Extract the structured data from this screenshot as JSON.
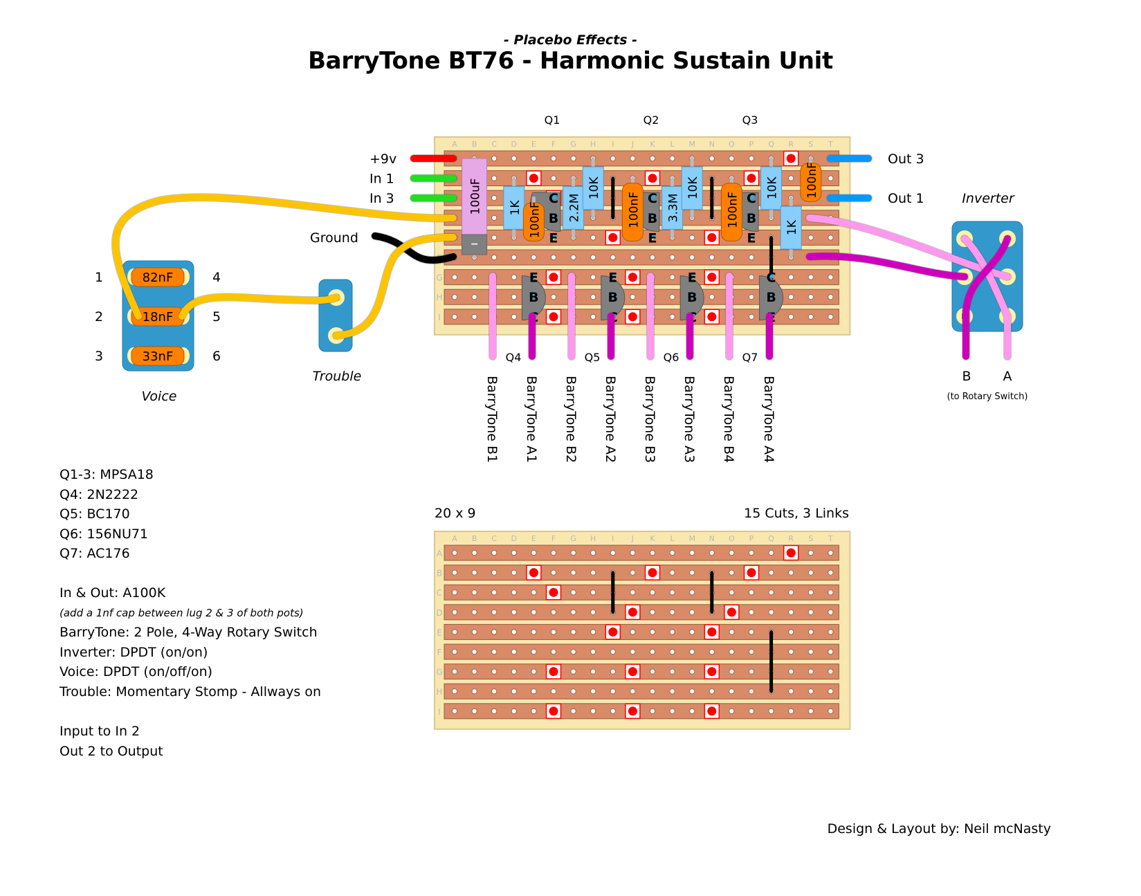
{
  "header": {
    "subtitle": "- Placebo Effects -",
    "title": "BarryTone BT76 - Harmonic Sustain Unit"
  },
  "colors": {
    "board": "#f8e8b0",
    "strip": "#d98a66",
    "strip_border": "#9a5a42",
    "cut_fill": "#ff0000",
    "resistor": "#87cefa",
    "cap_ceramic": "#ff8000",
    "cap_electrolytic": "#e6a8e6",
    "transistor": "#808080",
    "wire_power": "#ff0000",
    "wire_input": "#22dd22",
    "wire_output": "#0099ff",
    "wire_yellow": "#ffc400",
    "wire_black": "#000000",
    "wire_pink": "#ff99ee",
    "wire_magenta": "#cc00bb",
    "switch": "#3399cc"
  },
  "board": {
    "columns": [
      "A",
      "B",
      "C",
      "D",
      "E",
      "F",
      "G",
      "H",
      "I",
      "J",
      "K",
      "L",
      "M",
      "N",
      "O",
      "P",
      "Q",
      "R",
      "S",
      "T"
    ],
    "rows": [
      "A",
      "B",
      "C",
      "D",
      "E",
      "F",
      "G",
      "H",
      "I"
    ],
    "size_label": "20 x 9",
    "cuts_links_label": "15 Cuts, 3 Links",
    "cuts": [
      {
        "row": "A",
        "col": "R"
      },
      {
        "row": "B",
        "col": "E"
      },
      {
        "row": "B",
        "col": "K"
      },
      {
        "row": "B",
        "col": "P"
      },
      {
        "row": "C",
        "col": "F"
      },
      {
        "row": "D",
        "col": "J"
      },
      {
        "row": "D",
        "col": "O"
      },
      {
        "row": "E",
        "col": "I"
      },
      {
        "row": "E",
        "col": "N"
      },
      {
        "row": "G",
        "col": "F"
      },
      {
        "row": "G",
        "col": "J"
      },
      {
        "row": "G",
        "col": "N"
      },
      {
        "row": "I",
        "col": "F"
      },
      {
        "row": "I",
        "col": "J"
      },
      {
        "row": "I",
        "col": "N"
      }
    ],
    "links": [
      {
        "col": "I",
        "from": "B",
        "to": "D"
      },
      {
        "col": "N",
        "from": "B",
        "to": "D"
      },
      {
        "col": "Q",
        "from": "E",
        "to": "H"
      }
    ]
  },
  "components": {
    "resistors": [
      {
        "label": "1K",
        "col": "D",
        "from": "B",
        "to": "E"
      },
      {
        "label": "2.2M",
        "col": "G",
        "from": "B",
        "to": "E"
      },
      {
        "label": "10K",
        "col": "H",
        "from": "A",
        "to": "D"
      },
      {
        "label": "3.3M",
        "col": "L",
        "from": "B",
        "to": "E"
      },
      {
        "label": "10K",
        "col": "M",
        "from": "A",
        "to": "D"
      },
      {
        "label": "10K",
        "col": "Q",
        "from": "A",
        "to": "D"
      },
      {
        "label": "1K",
        "col": "R",
        "from": "C",
        "to": "F"
      }
    ],
    "capacitors": [
      {
        "label": "100nF",
        "col": "E",
        "from": "C",
        "to": "E"
      },
      {
        "label": "100nF",
        "col": "J",
        "from": "B",
        "to": "E"
      },
      {
        "label": "100nF",
        "col": "O",
        "from": "B",
        "to": "E"
      },
      {
        "label": "100nF",
        "col": "S",
        "from": "A",
        "to": "C"
      }
    ],
    "electrolytic": {
      "label": "100uF",
      "polarity_mark": "−",
      "col": "B",
      "from": "A",
      "to": "F"
    },
    "transistors_top": [
      {
        "name": "Q1",
        "col": "F",
        "pins": [
          "C",
          "B",
          "E"
        ]
      },
      {
        "name": "Q2",
        "col": "K",
        "pins": [
          "C",
          "B",
          "E"
        ]
      },
      {
        "name": "Q3",
        "col": "P",
        "pins": [
          "C",
          "B",
          "E"
        ]
      }
    ],
    "transistors_bottom": [
      {
        "name": "Q4",
        "col": "E",
        "pins": [
          "E",
          "B",
          "C"
        ]
      },
      {
        "name": "Q5",
        "col": "I",
        "pins": [
          "E",
          "B",
          "C"
        ]
      },
      {
        "name": "Q6",
        "col": "M",
        "pins": [
          "E",
          "B",
          "C"
        ]
      },
      {
        "name": "Q7",
        "col": "Q",
        "pins": [
          "C",
          "B",
          "E"
        ]
      }
    ]
  },
  "left_wires": [
    {
      "label": "+9v",
      "row": "A",
      "color": "red"
    },
    {
      "label": "In 1",
      "row": "B",
      "color": "green"
    },
    {
      "label": "In 3",
      "row": "C",
      "color": "green"
    },
    {
      "label": "Ground",
      "row": "E",
      "color": "black"
    }
  ],
  "right_wires": [
    {
      "label": "Out 3",
      "row": "A"
    },
    {
      "label": "Out 1",
      "row": "C"
    }
  ],
  "bottom_wires": [
    {
      "label": "BarryTone B1",
      "color": "pink"
    },
    {
      "label": "BarryTone A1",
      "color": "magenta"
    },
    {
      "label": "BarryTone B2",
      "color": "pink"
    },
    {
      "label": "BarryTone A2",
      "color": "magenta"
    },
    {
      "label": "BarryTone B3",
      "color": "pink"
    },
    {
      "label": "BarryTone A3",
      "color": "magenta"
    },
    {
      "label": "BarryTone B4",
      "color": "pink"
    },
    {
      "label": "BarryTone A4",
      "color": "magenta"
    }
  ],
  "voice_switch": {
    "title": "Voice",
    "lug_numbers_left": [
      "1",
      "2",
      "3"
    ],
    "lug_numbers_right": [
      "4",
      "5",
      "6"
    ],
    "caps": [
      "82nF",
      "18nF",
      "33nF"
    ]
  },
  "trouble_switch": {
    "title": "Trouble"
  },
  "inverter_switch": {
    "title": "Inverter",
    "out_labels": [
      "B",
      "A"
    ],
    "note": "(to Rotary Switch)"
  },
  "notes": {
    "parts": [
      "Q1-3: MPSA18",
      "Q4: 2N2222",
      "Q5: BC170",
      "Q6: 156NU71",
      "Q7: AC176"
    ],
    "controls": [
      {
        "text": "In & Out: A100K",
        "style": "normal"
      },
      {
        "text": "(add a 1nf cap between lug 2 & 3 of both pots)",
        "style": "small"
      },
      {
        "text": "BarryTone: 2 Pole, 4-Way Rotary Switch",
        "style": "normal"
      },
      {
        "text": "Inverter: DPDT (on/on)",
        "style": "normal"
      },
      {
        "text": "Voice: DPDT (on/off/on)",
        "style": "normal"
      },
      {
        "text": "Trouble: Momentary Stomp - Allways on",
        "style": "normal"
      }
    ],
    "io": [
      "Input to In 2",
      "Out 2 to Output"
    ]
  },
  "credit": "Design & Layout by: Neil mcNasty"
}
